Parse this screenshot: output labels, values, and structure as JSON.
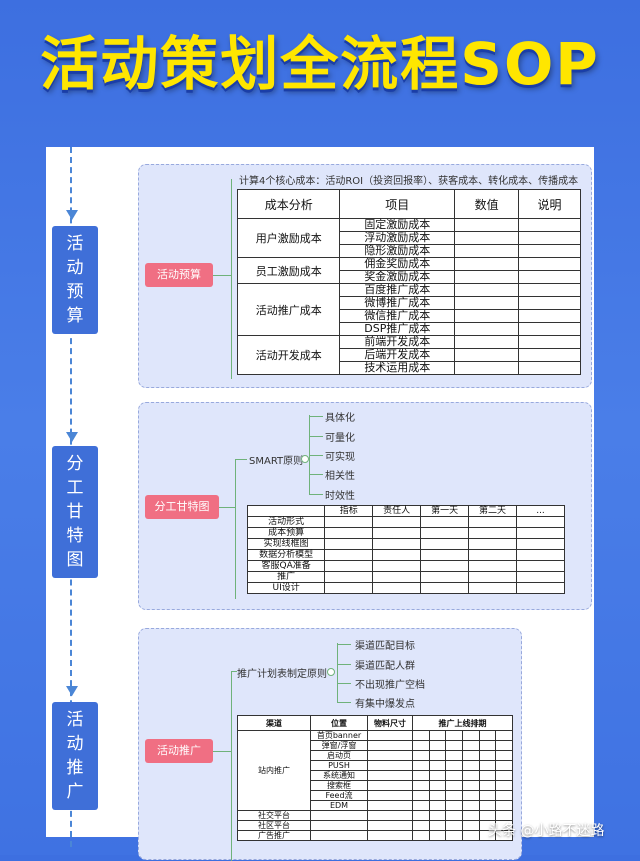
{
  "title": "活动策划全流程SOP",
  "stages": [
    {
      "chars": [
        "活",
        "动",
        "预",
        "算"
      ]
    },
    {
      "chars": [
        "分",
        "工",
        "甘",
        "特",
        "图"
      ]
    },
    {
      "chars": [
        "活",
        "动",
        "推",
        "广"
      ]
    }
  ],
  "budget": {
    "node": "活动预算",
    "note": "计算4个核心成本：活动ROI（投资回报率）、获客成本、转化成本、传播成本",
    "headers": [
      "成本分析",
      "项目",
      "数值",
      "说明"
    ],
    "groups": [
      {
        "name": "用户激励成本",
        "items": [
          "固定激励成本",
          "浮动激励成本",
          "隐形激励成本"
        ]
      },
      {
        "name": "员工激励成本",
        "items": [
          "佣金奖励成本",
          "奖金激励成本"
        ]
      },
      {
        "name": "活动推广成本",
        "items": [
          "百度推广成本",
          "微博推广成本",
          "微信推广成本",
          "DSP推广成本"
        ]
      },
      {
        "name": "活动开发成本",
        "items": [
          "前端开发成本",
          "后端开发成本",
          "技术运用成本"
        ]
      }
    ]
  },
  "gantt": {
    "node": "分工甘特图",
    "smart": "SMART原则",
    "smart_items": [
      "具体化",
      "可量化",
      "可实现",
      "相关性",
      "时效性"
    ],
    "headers": [
      "",
      "指标",
      "责任人",
      "第一天",
      "第二天",
      "..."
    ],
    "rows": [
      "活动形式",
      "成本预算",
      "实现线框图",
      "数据分析模型",
      "客服QA准备",
      "推广",
      "UI设计"
    ]
  },
  "promo": {
    "node": "活动推广",
    "principle": "推广计划表制定原则",
    "principle_items": [
      "渠道匹配目标",
      "渠道匹配人群",
      "不出现推广空档",
      "有集中爆发点"
    ],
    "headers": [
      "渠道",
      "位置",
      "物料尺寸",
      "推广上线排期"
    ],
    "site_group": "站内推广",
    "site_items": [
      "首页banner",
      "弹窗/浮窗",
      "启动页",
      "PUSH",
      "系统通知",
      "搜索框",
      "Feed流",
      "EDM"
    ],
    "other_rows": [
      "社交平台",
      "社区平台",
      "广告推广"
    ]
  },
  "watermark": "头条 @小路不迷路"
}
